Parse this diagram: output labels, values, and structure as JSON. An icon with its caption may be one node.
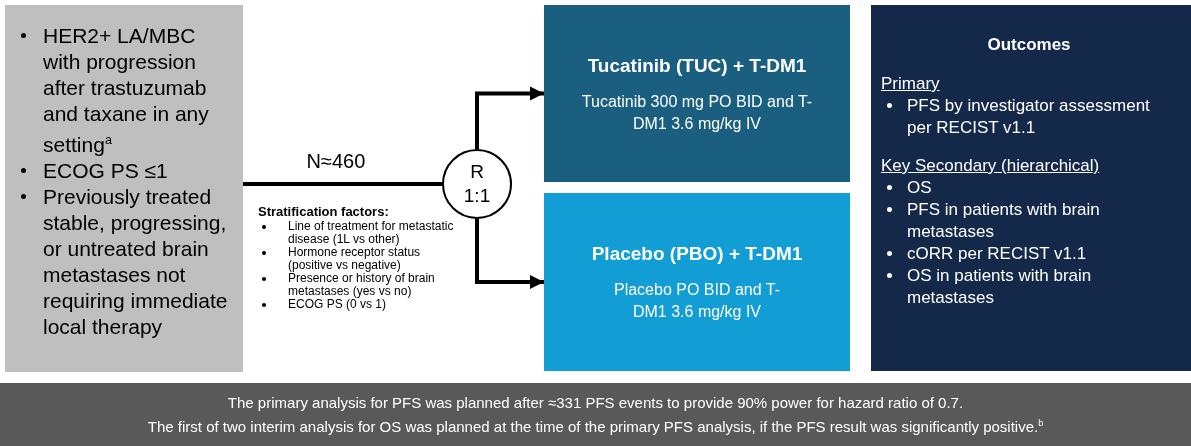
{
  "diagram": {
    "nodes": [
      {
        "text": [
          "HER2+ LA/MBC with progression after trastuzumab and taxane in any setting$^{a}$",
          "ECOG PS ≤1",
          "Previously treated stable, progressing, or untreated brain metastases not requiring immediate local therapy"
        ]
      },
      {
        "text": [
          "R 1:1"
        ]
      },
      {
        "text": [
          "Tucatinib (TUC) + T-DM1",
          "Tucatinib 300 mg PO BID and T-DM1 3.6 mg/kg IV"
        ]
      },
      {
        "text": [
          "Placebo (PBO) + T-DM1",
          "Placebo PO BID and T-DM1 3.6 mg/kg IV"
        ]
      },
      {
        "text": [
          "Outcomes",
          "Primary",
          "PFS by investigator assessment per RECIST v1.1",
          "Key Secondary (hierarchical)",
          "OS",
          "PFS in patients with brain metastases",
          "cORR per RECIST v1.1",
          "OS in patients with brain metastases"
        ]
      },
      {
        "text": [
          "The primary analysis for PFS was planned after ≈331 PFS events to provide 90% power for hazard ratio of 0.7.",
          "The first of two interim analysis for OS was planned at the time of the primary PFS analysis, if the PFS result was significantly positive.$^{b}$"
        ]
      }
    ],
    "edges": [
      {
        "from": 0,
        "to": 1,
        "arrow": "none",
        "label": "N≈460"
      },
      {
        "from": 1,
        "to": 2,
        "arrow": "to"
      },
      {
        "from": 1,
        "to": 3,
        "arrow": "to"
      }
    ],
    "labels": [
      "Stratification factors:",
      "Line of treatment for metastatic disease (1L vs other)",
      "Hormone receptor status (positive vs negative)",
      "Presence or history of brain metastases (yes vs no)",
      "ECOG PS (0 vs 1)"
    ]
  }
}
